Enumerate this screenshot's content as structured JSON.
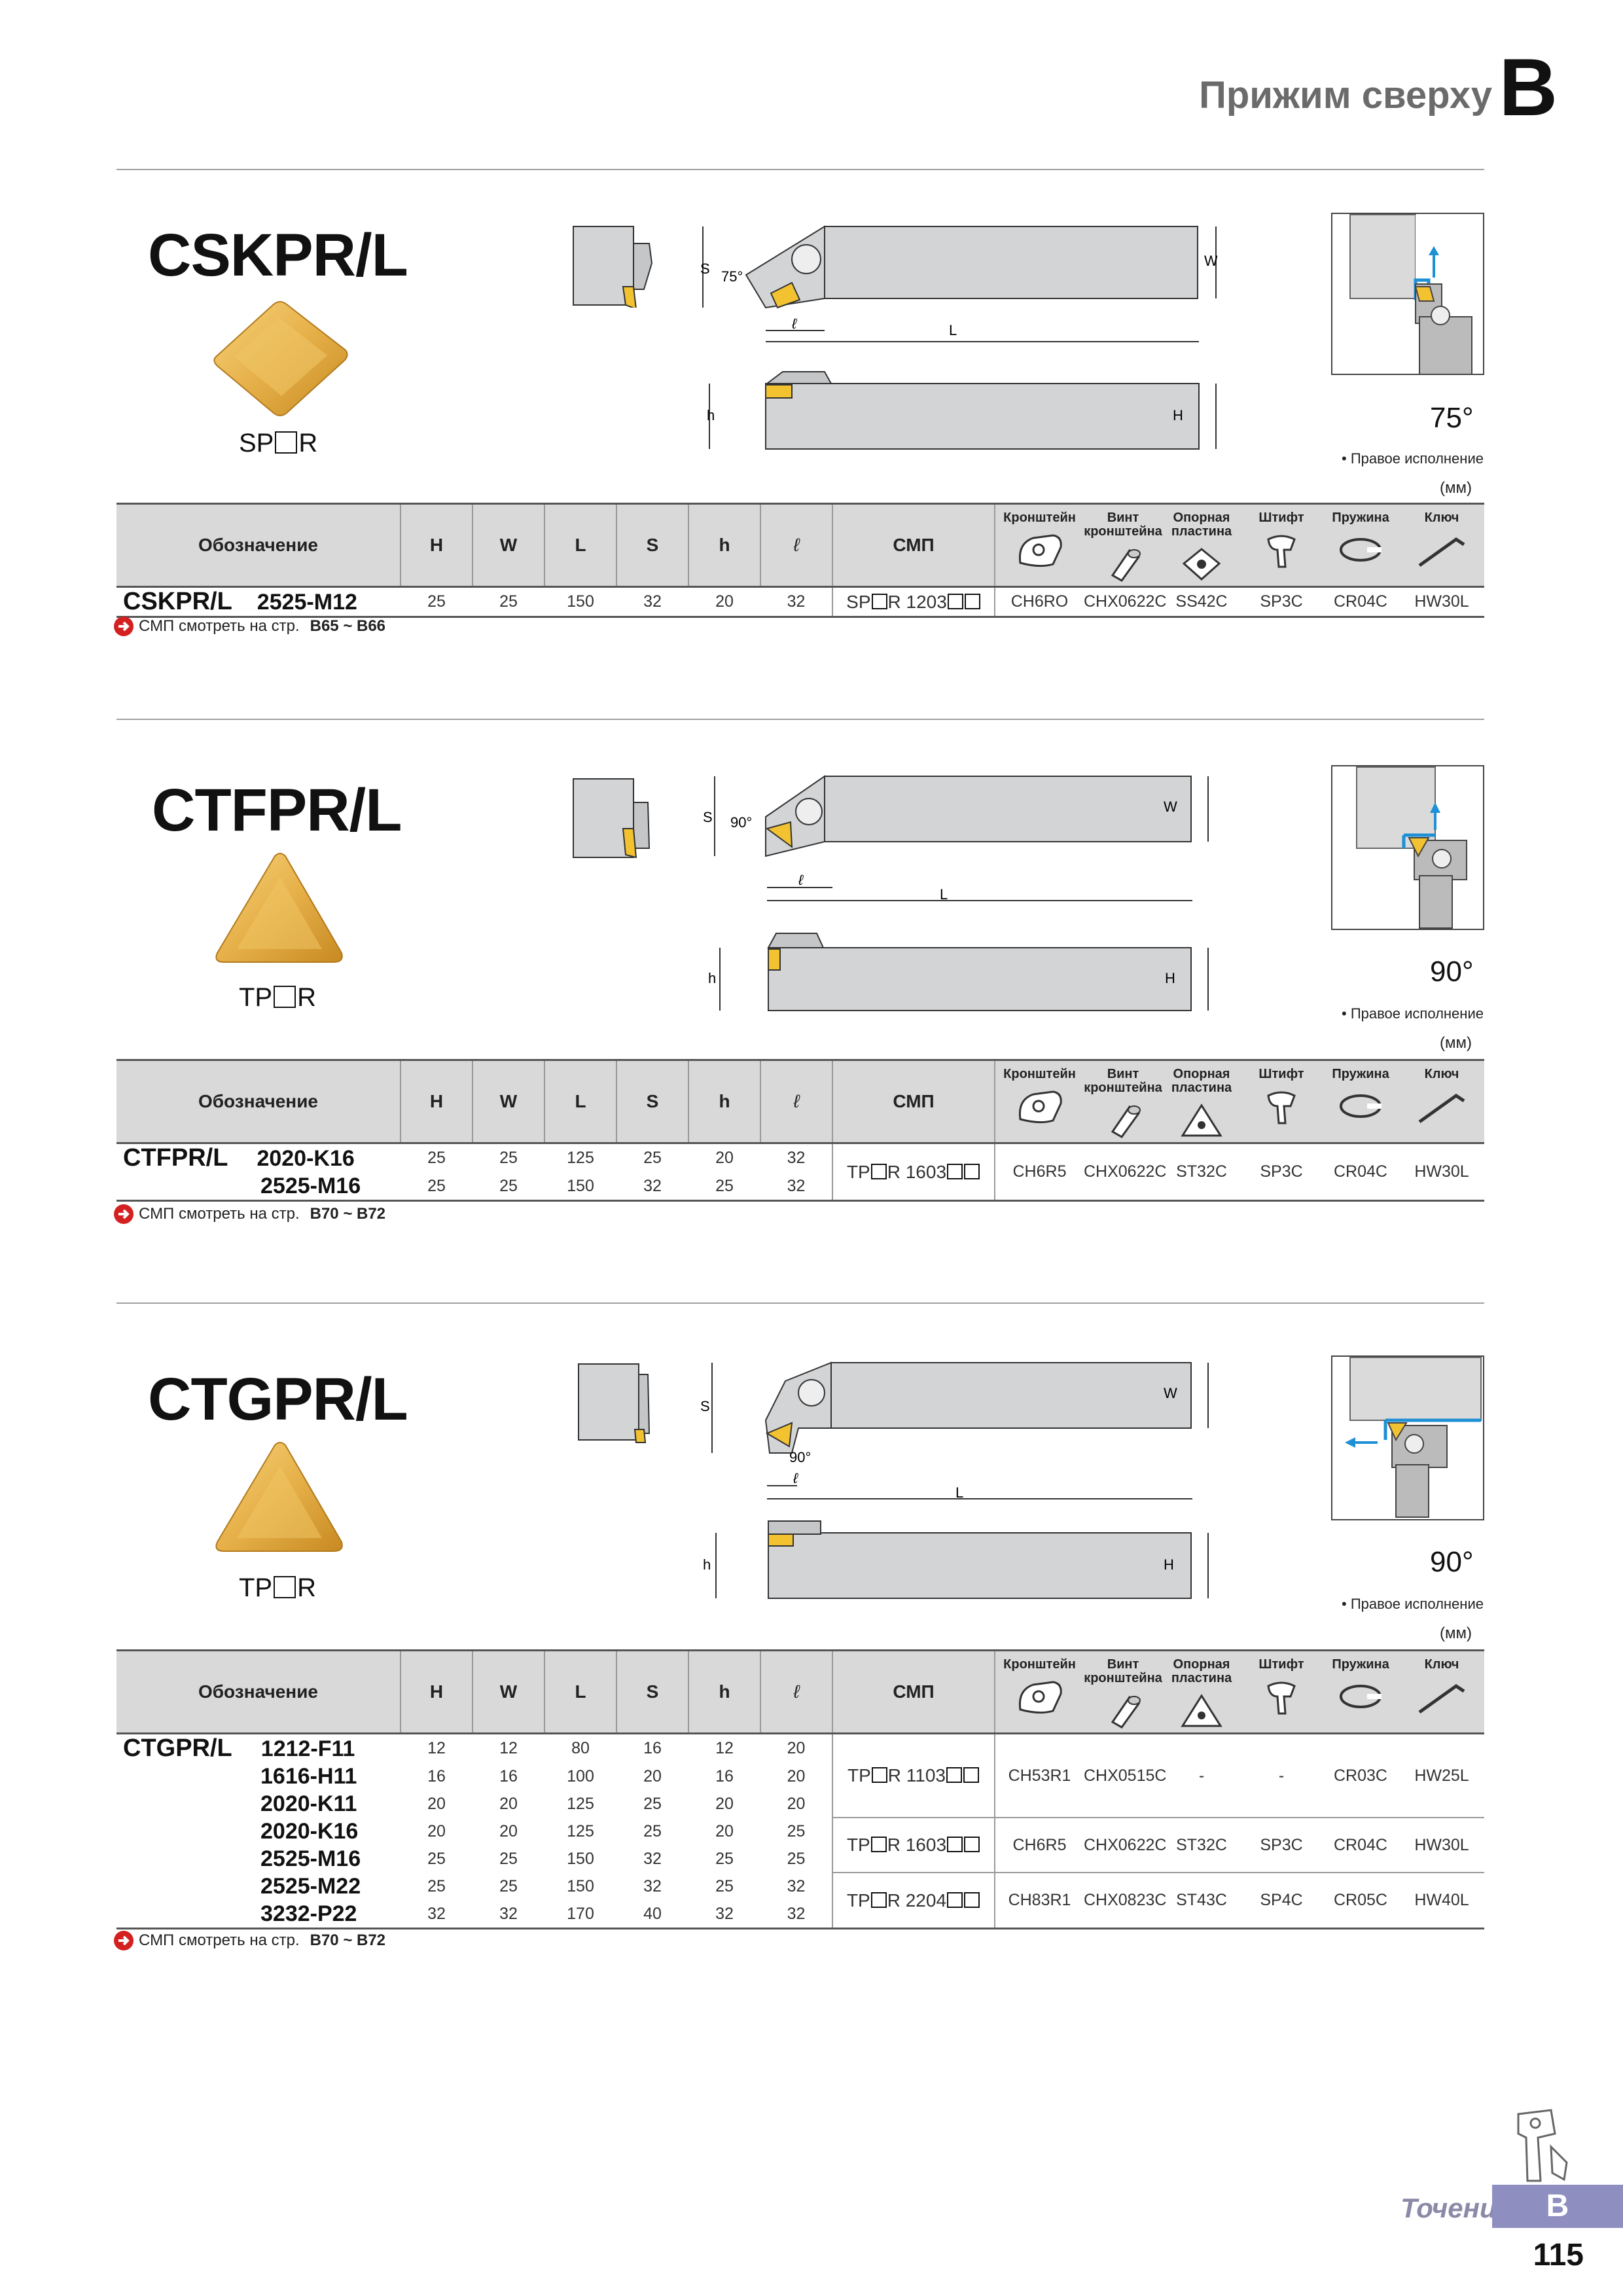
{
  "header": {
    "title": "Прижим сверху",
    "letter": "B"
  },
  "columns": {
    "designation": "Обозначение",
    "H": "H",
    "W": "W",
    "L": "L",
    "S": "S",
    "h": "h",
    "l": "ℓ",
    "insert": "СМП",
    "parts": [
      "Кронштейн",
      "Винт кронштейна",
      "Опорная пластина",
      "Штифт",
      "Пружина",
      "Ключ"
    ]
  },
  "dim_labels": {
    "S": "S",
    "W": "W",
    "L": "L",
    "l": "ℓ",
    "h": "h",
    "H": "H"
  },
  "hand_note": "• Правое исполнение",
  "unit_note": "(мм)",
  "ref_text": "СМП смотреть на стр.",
  "sections": [
    {
      "name": "CSKPR/L",
      "insert_prefix": "SP",
      "insert_suffix": "R",
      "angle": "75°",
      "diagram_angle": "75°",
      "ref_pages": "B65 ~ B66",
      "rows": [
        {
          "code": "2525-M12",
          "H": "25",
          "W": "25",
          "L": "150",
          "S": "32",
          "h": "20",
          "l": "32"
        }
      ],
      "groups": [
        {
          "insert_prefix": "SP",
          "insert_mid": "R 1203",
          "parts": [
            "CH6RO",
            "CHX0622C",
            "SS42C",
            "SP3C",
            "CR04C",
            "HW30L"
          ]
        }
      ]
    },
    {
      "name": "CTFPR/L",
      "insert_prefix": "TP",
      "insert_suffix": "R",
      "angle": "90°",
      "diagram_angle": "90°",
      "ref_pages": "B70 ~ B72",
      "rows": [
        {
          "code": "2020-K16",
          "H": "25",
          "W": "25",
          "L": "125",
          "S": "25",
          "h": "20",
          "l": "32"
        },
        {
          "code": "2525-M16",
          "H": "25",
          "W": "25",
          "L": "150",
          "S": "32",
          "h": "25",
          "l": "32"
        }
      ],
      "groups": [
        {
          "insert_prefix": "TP",
          "insert_mid": "R 1603",
          "parts": [
            "CH6R5",
            "CHX0622C",
            "ST32C",
            "SP3C",
            "CR04C",
            "HW30L"
          ]
        }
      ]
    },
    {
      "name": "CTGPR/L",
      "insert_prefix": "TP",
      "insert_suffix": "R",
      "angle": "90°",
      "diagram_angle": "90°",
      "ref_pages": "B70 ~ B72",
      "rows": [
        {
          "code": "1212-F11",
          "H": "12",
          "W": "12",
          "L": "80",
          "S": "16",
          "h": "12",
          "l": "20"
        },
        {
          "code": "1616-H11",
          "H": "16",
          "W": "16",
          "L": "100",
          "S": "20",
          "h": "16",
          "l": "20"
        },
        {
          "code": "2020-K11",
          "H": "20",
          "W": "20",
          "L": "125",
          "S": "25",
          "h": "20",
          "l": "20"
        },
        {
          "code": "2020-K16",
          "H": "20",
          "W": "20",
          "L": "125",
          "S": "25",
          "h": "20",
          "l": "25"
        },
        {
          "code": "2525-M16",
          "H": "25",
          "W": "25",
          "L": "150",
          "S": "32",
          "h": "25",
          "l": "25"
        },
        {
          "code": "2525-M22",
          "H": "25",
          "W": "25",
          "L": "150",
          "S": "32",
          "h": "25",
          "l": "32"
        },
        {
          "code": "3232-P22",
          "H": "32",
          "W": "32",
          "L": "170",
          "S": "40",
          "h": "32",
          "l": "32"
        }
      ],
      "groups": [
        {
          "insert_prefix": "TP",
          "insert_mid": "R 1103",
          "parts": [
            "CH53R1",
            "CHX0515C",
            "-",
            "-",
            "CR03C",
            "HW25L"
          ]
        },
        {
          "insert_prefix": "TP",
          "insert_mid": "R 1603",
          "parts": [
            "CH6R5",
            "CHX0622C",
            "ST32C",
            "SP3C",
            "CR04C",
            "HW30L"
          ]
        },
        {
          "insert_prefix": "TP",
          "insert_mid": "R 2204",
          "parts": [
            "CH83R1",
            "CHX0823C",
            "ST43C",
            "SP4C",
            "CR05C",
            "HW40L"
          ]
        }
      ]
    }
  ],
  "footer": {
    "section_label": "Точение",
    "tab_letter": "B",
    "page_number": "115"
  }
}
